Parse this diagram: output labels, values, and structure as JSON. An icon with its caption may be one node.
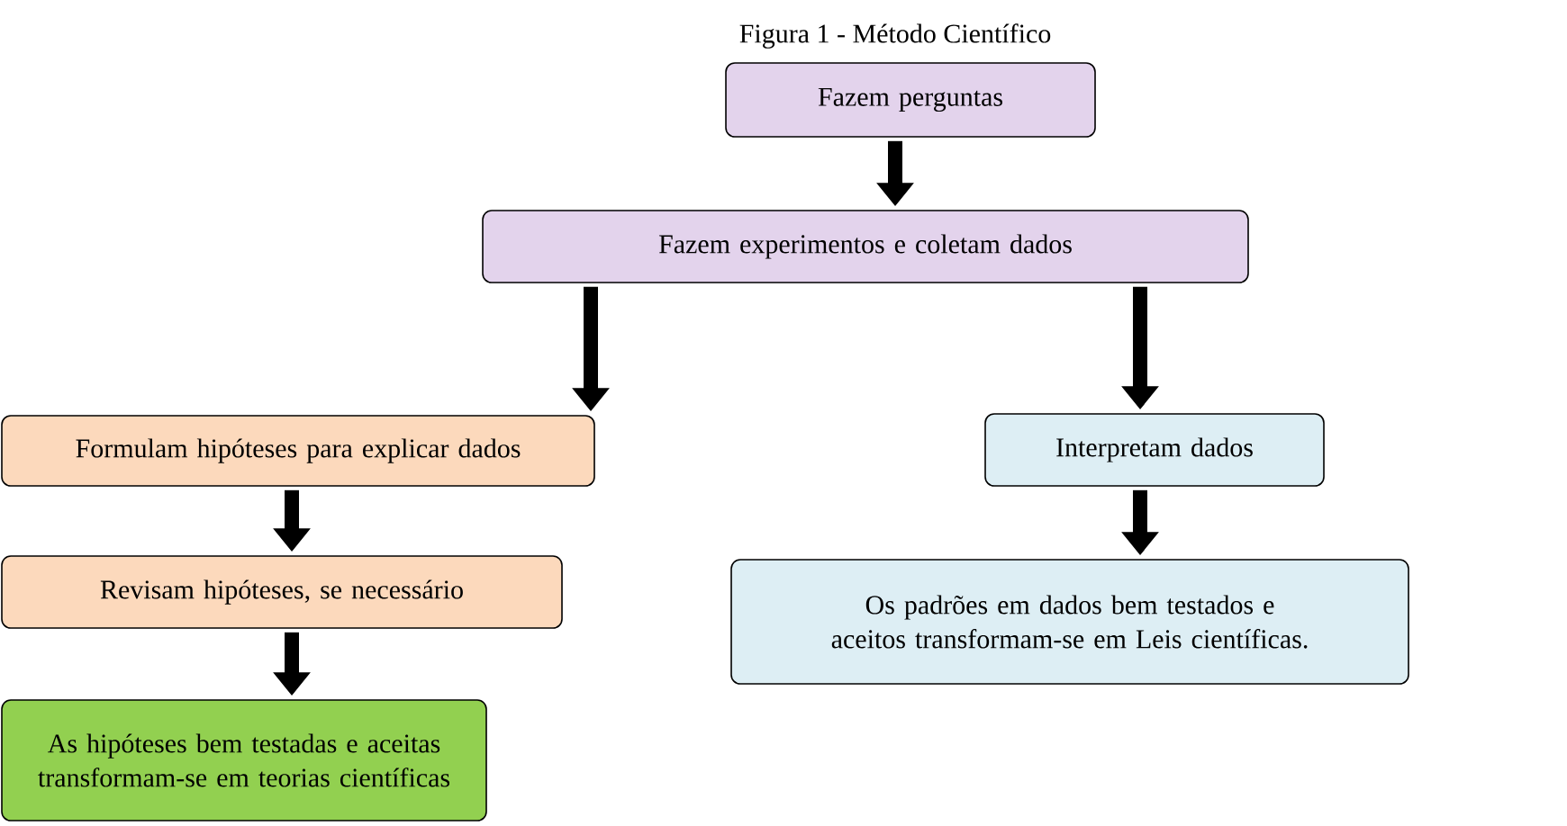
{
  "diagram": {
    "title": "Figura 1 - Método Científico",
    "nodes": [
      {
        "text": [
          "Fazem perguntas"
        ]
      },
      {
        "text": [
          "Fazem experimentos e coletam dados"
        ]
      },
      {
        "text": [
          "Formulam hipóteses para explicar dados"
        ]
      },
      {
        "text": [
          "Interpretam dados"
        ]
      },
      {
        "text": [
          "Revisam hipóteses, se necessário"
        ]
      },
      {
        "text": [
          "As hipóteses bem testadas e aceitas transformam-se em teorias científicas"
        ]
      },
      {
        "text": [
          "Os padrões em dados bem testados e aceitos transformam-se em Leis científicas."
        ]
      }
    ],
    "edges": [
      {
        "from": 0,
        "to": 1,
        "arrow": "to"
      },
      {
        "from": 1,
        "to": 2,
        "arrow": "to"
      },
      {
        "from": 1,
        "to": 3,
        "arrow": "to"
      },
      {
        "from": 2,
        "to": 4,
        "arrow": "to"
      },
      {
        "from": 4,
        "to": 5,
        "arrow": "to"
      },
      {
        "from": 3,
        "to": 6,
        "arrow": "to"
      }
    ]
  }
}
